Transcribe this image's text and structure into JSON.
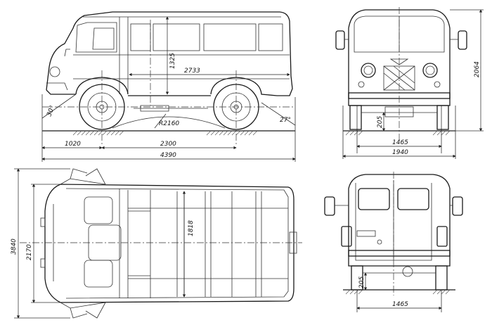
{
  "dimensions": {
    "side_height_window": "1325",
    "side_interior_length": "2733",
    "side_front_overhang": "1020",
    "side_wheelbase": "2300",
    "side_overall_length": "4390",
    "side_turn_radius": "R2160",
    "side_approach_angle": "30°",
    "side_departure_angle": "27°",
    "front_overall_height": "2064",
    "front_ground_clearance": "205",
    "front_track": "1465",
    "front_overall_width": "1940",
    "top_overall_length": "3840",
    "top_body_width": "2170",
    "top_interior_width": "1818",
    "rear_ground_clearance": "205",
    "rear_track": "1465"
  }
}
